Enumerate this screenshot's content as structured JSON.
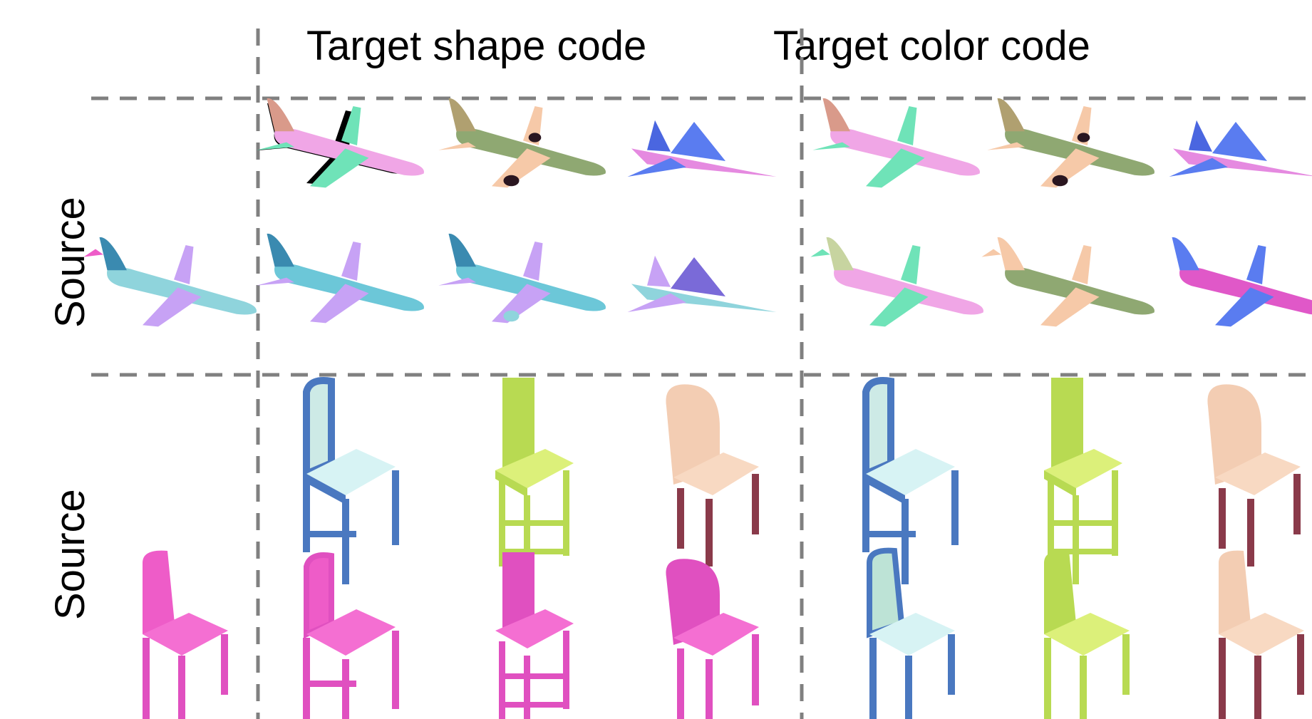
{
  "headers": {
    "shape": "Target shape code",
    "color": "Target color code"
  },
  "row_labels": {
    "planes": "Source",
    "chairs": "Source"
  },
  "colors": {
    "grid_dash": "#808080",
    "plane_pink": "#f0a6e6",
    "plane_olive": "#8fa872",
    "plane_blue": "#5a7cf0",
    "plane_cyan": "#6cc7d8",
    "plane_mint": "#6fe3b8",
    "plane_peach": "#f6c9a8",
    "plane_purple": "#c7a2f5",
    "chair_blue_frame": "#4a78c0",
    "chair_blue_seat": "#d7f3f4",
    "chair_lime": "#c9e55f",
    "chair_peach": "#f3cdb3",
    "chair_maroon_legs": "#8a3a4a",
    "chair_magenta": "#ee5cc8"
  },
  "icons": {
    "plane": "airplane-shape",
    "jet": "fighter-jet-shape",
    "chair": "chair-shape"
  }
}
